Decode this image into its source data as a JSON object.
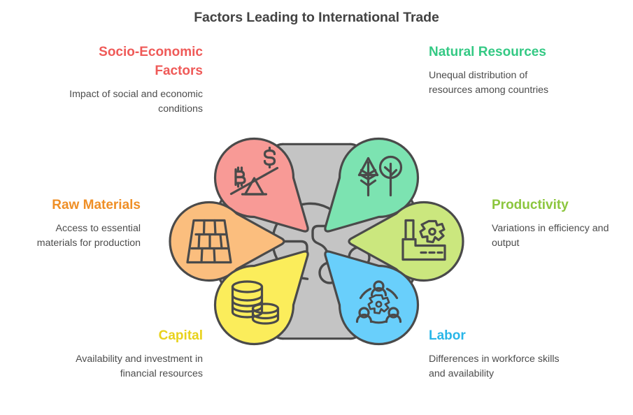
{
  "title": "Factors Leading to International Trade",
  "colors": {
    "title_text": "#434343",
    "body_text": "#4c4c4c",
    "hub_fill": "#c4c4c4",
    "outline": "#4a4a4a",
    "page_background": "#ffffff"
  },
  "center": {
    "icon": "globe-network-icon",
    "fill": "#c4c4c4"
  },
  "factors": [
    {
      "key": "socio_economic",
      "heading": "Socio-Economic Factors",
      "description": "Impact of social and economic conditions",
      "heading_color": "#ef5a58",
      "pin_fill": "#f89a96",
      "icon": "balance-scale-bitcoin-dollar-icon",
      "position": "top-left"
    },
    {
      "key": "natural_resources",
      "heading": "Natural Resources",
      "description": "Unequal distribution of resources among countries",
      "heading_color": "#34c984",
      "pin_fill": "#7ce3b1",
      "icon": "trees-icon",
      "position": "top-right"
    },
    {
      "key": "raw_materials",
      "heading": "Raw Materials",
      "description": "Access to essential materials for production",
      "heading_color": "#ef8f26",
      "pin_fill": "#fbb островbe",
      "icon": "brick-wall-icon",
      "position": "left"
    },
    {
      "key": "productivity",
      "heading": "Productivity",
      "description": "Variations in efficiency and output",
      "heading_color": "#8cc63e",
      "pin_fill": "#cbe77e",
      "icon": "factory-gear-icon",
      "position": "right"
    },
    {
      "key": "capital",
      "heading": "Capital",
      "description": "Availability and investment in financial resources",
      "heading_color": "#e8d21c",
      "pin_fill": "#fbed5b",
      "icon": "stacked-coins-icon",
      "position": "bottom-left"
    },
    {
      "key": "labor",
      "heading": "Labor",
      "description": "Differences in workforce skills and availability",
      "heading_color": "#29b6e8",
      "pin_fill": "#69cffb",
      "icon": "team-gear-icon",
      "position": "bottom-right"
    }
  ]
}
